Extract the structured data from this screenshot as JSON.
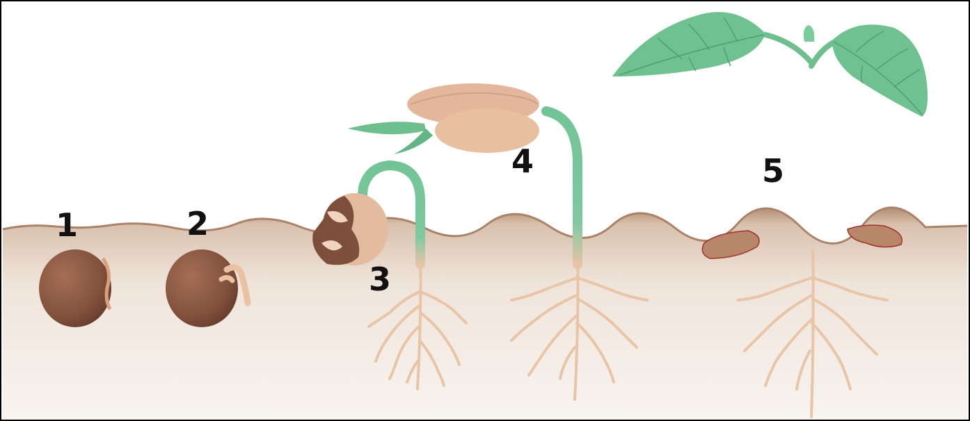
{
  "labels": [
    "1",
    "2",
    "3",
    "4",
    "5"
  ],
  "colors": {
    "soil_top": "#b8977a",
    "soil_bottom": "#f6f0eb",
    "seed": "#8c5a44",
    "stem_green": "#74c79a",
    "root": "#e9c6a8",
    "leaf": "#6fc28f",
    "cotyledon": "#e3b79b"
  },
  "stages": [
    {
      "label_index": 0,
      "icon": "seed-icon"
    },
    {
      "label_index": 1,
      "icon": "sprouting-seed-icon"
    },
    {
      "label_index": 2,
      "icon": "hooked-seedling-icon"
    },
    {
      "label_index": 3,
      "icon": "seedling-with-cotyledons-icon"
    },
    {
      "label_index": 4,
      "icon": "young-bean-plant-icon"
    }
  ]
}
